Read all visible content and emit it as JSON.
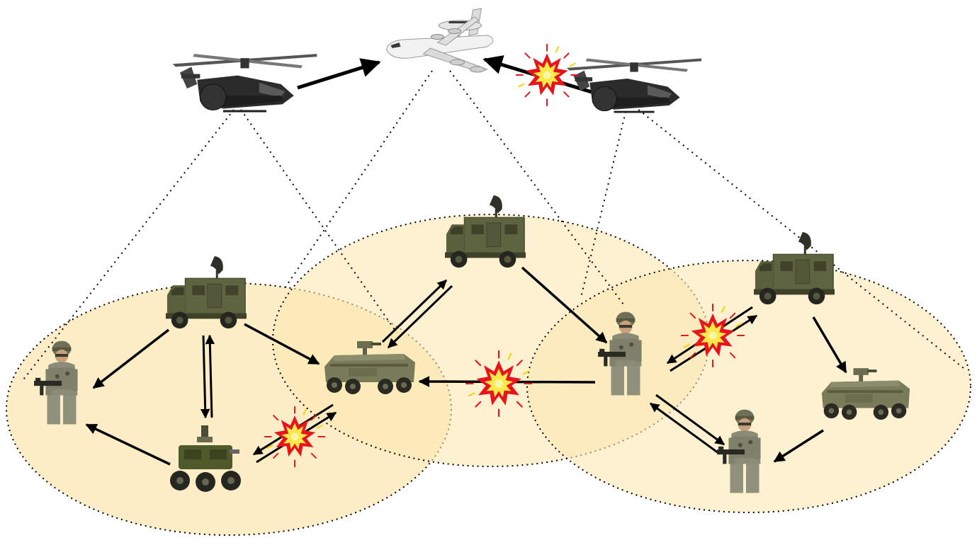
{
  "scene": {
    "nodes": [
      {
        "id": "helo-left",
        "kind": "stealth-helicopter",
        "tier": "air"
      },
      {
        "id": "awacs",
        "kind": "awacs-aircraft",
        "tier": "air"
      },
      {
        "id": "helo-right",
        "kind": "stealth-helicopter",
        "tier": "air"
      },
      {
        "id": "shelter-left",
        "kind": "command-shelter-truck",
        "tier": "ground",
        "cluster": "left"
      },
      {
        "id": "soldier-left",
        "kind": "soldier",
        "tier": "ground",
        "cluster": "left"
      },
      {
        "id": "robot-left",
        "kind": "unmanned-ground-vehicle",
        "tier": "ground",
        "cluster": "left"
      },
      {
        "id": "apc-center",
        "kind": "armored-personnel-carrier",
        "tier": "ground",
        "cluster": "left-center-overlap"
      },
      {
        "id": "shelter-center",
        "kind": "command-shelter-truck",
        "tier": "ground",
        "cluster": "center"
      },
      {
        "id": "soldier-center",
        "kind": "soldier",
        "tier": "ground",
        "cluster": "center-right-overlap"
      },
      {
        "id": "shelter-right",
        "kind": "command-shelter-truck",
        "tier": "ground",
        "cluster": "right"
      },
      {
        "id": "apc-right",
        "kind": "armored-personnel-carrier",
        "tier": "ground",
        "cluster": "right"
      },
      {
        "id": "soldier-right",
        "kind": "soldier",
        "tier": "ground",
        "cluster": "right"
      }
    ],
    "links": [
      {
        "from": "helo-left",
        "to": "awacs",
        "style": "arrow"
      },
      {
        "from": "helo-right",
        "to": "awacs",
        "style": "arrow",
        "jammed": true
      },
      {
        "from": "shelter-left",
        "to": "soldier-left",
        "style": "arrow"
      },
      {
        "from": "shelter-left",
        "to": "apc-center",
        "style": "arrow"
      },
      {
        "from": "shelter-left",
        "to": "robot-left",
        "style": "bidirectional"
      },
      {
        "from": "robot-left",
        "to": "soldier-left",
        "style": "arrow"
      },
      {
        "from": "apc-center",
        "to": "robot-left",
        "style": "bidirectional",
        "jammed": true
      },
      {
        "from": "apc-center",
        "to": "shelter-center",
        "style": "bidirectional"
      },
      {
        "from": "shelter-center",
        "to": "soldier-center",
        "style": "arrow"
      },
      {
        "from": "soldier-center",
        "to": "apc-center",
        "style": "arrow",
        "jammed": true
      },
      {
        "from": "shelter-right",
        "to": "soldier-center",
        "style": "bidirectional",
        "jammed": true
      },
      {
        "from": "soldier-center",
        "to": "soldier-right",
        "style": "bidirectional"
      },
      {
        "from": "shelter-right",
        "to": "apc-right",
        "style": "arrow"
      },
      {
        "from": "apc-right",
        "to": "soldier-right",
        "style": "arrow"
      }
    ],
    "uplinks": [
      {
        "from": "helo-left",
        "to": "left-cluster-coverage"
      },
      {
        "from": "awacs",
        "to": "center-cluster-coverage"
      },
      {
        "from": "helo-right",
        "to": "right-cluster-coverage"
      }
    ],
    "jamming_events": 4,
    "colors": {
      "zone_fill": "#fbe7b3",
      "overlap_fill": "#fad98a",
      "arrow": "#000000",
      "olive": "#5f6440",
      "olive_dark": "#3e4229",
      "burst_red": "#e8141b",
      "burst_yellow": "#ffe94a",
      "helicopter": "#2b2b2b"
    }
  }
}
